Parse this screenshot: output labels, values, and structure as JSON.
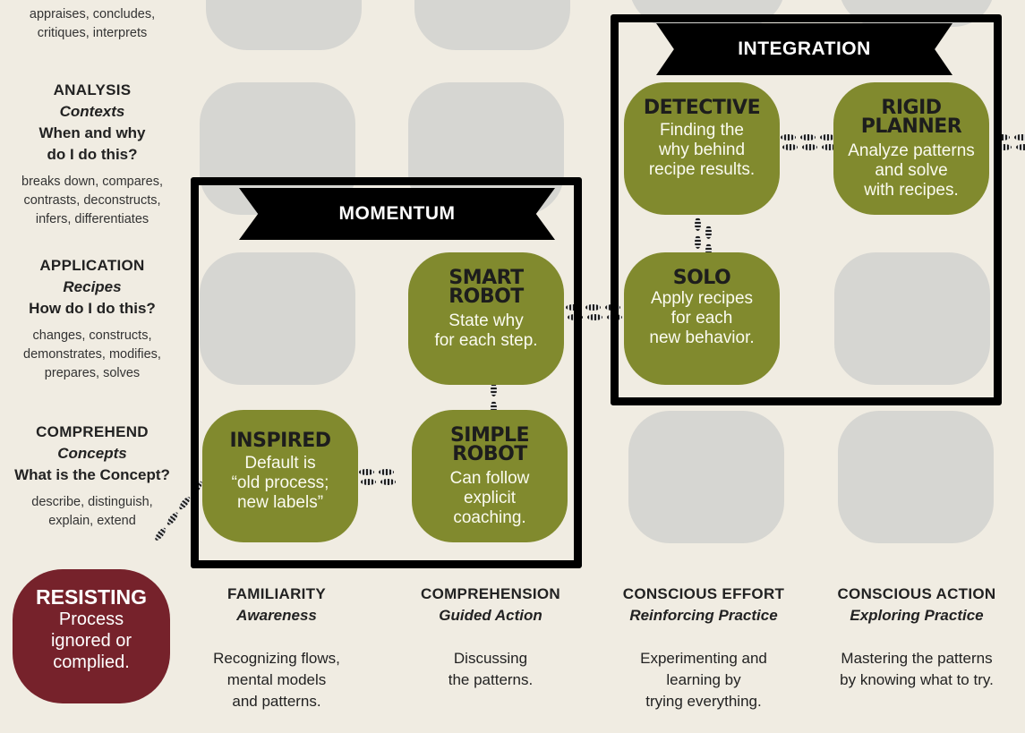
{
  "rows": {
    "evaluation": {
      "verbs": "appraises, concludes,\ncritiques, interprets"
    },
    "analysis": {
      "heading": "ANALYSIS",
      "sub": "Contexts",
      "question": "When and why\ndo I do this?",
      "verbs": "breaks down, compares,\ncontrasts, deconstructs,\ninfers, differentiates"
    },
    "application": {
      "heading": "APPLICATION",
      "sub": "Recipes",
      "question": "How do I do this?",
      "verbs": "changes, constructs,\ndemonstrates, modifies,\nprepares, solves"
    },
    "comprehend": {
      "heading": "COMPREHEND",
      "sub": "Concepts",
      "question": "What is the Concept?",
      "verbs": "describe, distinguish,\nexplain, extend"
    }
  },
  "columns": {
    "familiarity": {
      "heading": "FAMILIARITY",
      "sub": "Awareness",
      "desc": "Recognizing flows,\nmental models\nand patterns."
    },
    "comprehension": {
      "heading": "COMPREHENSION",
      "sub": "Guided Action",
      "desc": "Discussing\nthe patterns."
    },
    "conscious_effort": {
      "heading": "CONSCIOUS EFFORT",
      "sub": "Reinforcing Practice",
      "desc": "Experimenting and\nlearning by\ntrying everything."
    },
    "conscious_action": {
      "heading": "CONSCIOUS ACTION",
      "sub": "Exploring Practice",
      "desc": "Mastering the patterns\nby knowing what to try."
    }
  },
  "stages": {
    "resisting": {
      "title": "RESISTING",
      "desc": "Process\nignored or\ncomplied."
    },
    "inspired": {
      "title": "INSPIRED",
      "desc": "Default is\n“old process;\nnew labels”"
    },
    "simple_robot": {
      "title": "SIMPLE\nROBOT",
      "desc": "Can follow\nexplicit\ncoaching."
    },
    "smart_robot": {
      "title": "SMART\nROBOT",
      "desc": "State why\nfor each step."
    },
    "solo": {
      "title": "SOLO",
      "desc": "Apply recipes\nfor each\nnew behavior."
    },
    "detective": {
      "title": "DETECTIVE",
      "desc": "Finding the\nwhy behind\nrecipe results."
    },
    "rigid_planner": {
      "title": "RIGID\nPLANNER",
      "desc": "Analyze patterns\nand solve\nwith recipes."
    }
  },
  "groups": {
    "momentum": "MOMENTUM",
    "integration": "INTEGRATION"
  },
  "colors": {
    "background": "#f0ece2",
    "empty_tile": "#d6d6d2",
    "stage_tile": "#818a2e",
    "resisting": "#76222b",
    "frame": "#000000"
  }
}
